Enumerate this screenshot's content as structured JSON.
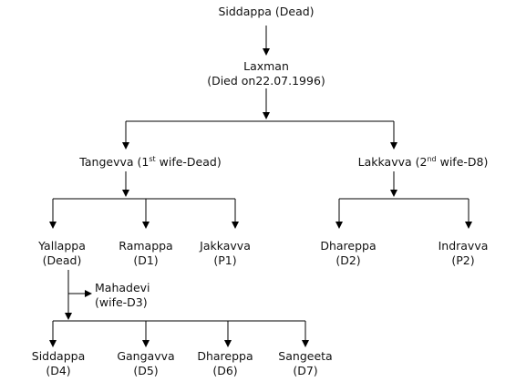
{
  "root": {
    "name": "Siddappa (Dead)"
  },
  "laxman": {
    "name": "Laxman",
    "note": "(Died on22.07.1996)"
  },
  "tangevva": {
    "pre": "Tangevva (1",
    "sup": "st",
    "post": " wife-Dead)"
  },
  "lakkavva": {
    "pre": "Lakkavva (2",
    "sup": "nd",
    "post": " wife-D8)"
  },
  "children_tangevva": [
    {
      "name": "Yallappa",
      "note": "(Dead)"
    },
    {
      "name": "Ramappa",
      "note": "(D1)"
    },
    {
      "name": "Jakkavva",
      "note": "(P1)"
    }
  ],
  "children_lakkavva": [
    {
      "name": "Dhareppa",
      "note": "(D2)"
    },
    {
      "name": "Indravva",
      "note": "(P2)"
    }
  ],
  "mahadevi": {
    "name": "Mahadevi",
    "note": "(wife-D3)"
  },
  "children_yallappa": [
    {
      "name": "Siddappa",
      "note": "(D4)"
    },
    {
      "name": "Gangavva",
      "note": "(D5)"
    },
    {
      "name": "Dhareppa",
      "note": "(D6)"
    },
    {
      "name": "Sangeeta",
      "note": "(D7)"
    }
  ]
}
